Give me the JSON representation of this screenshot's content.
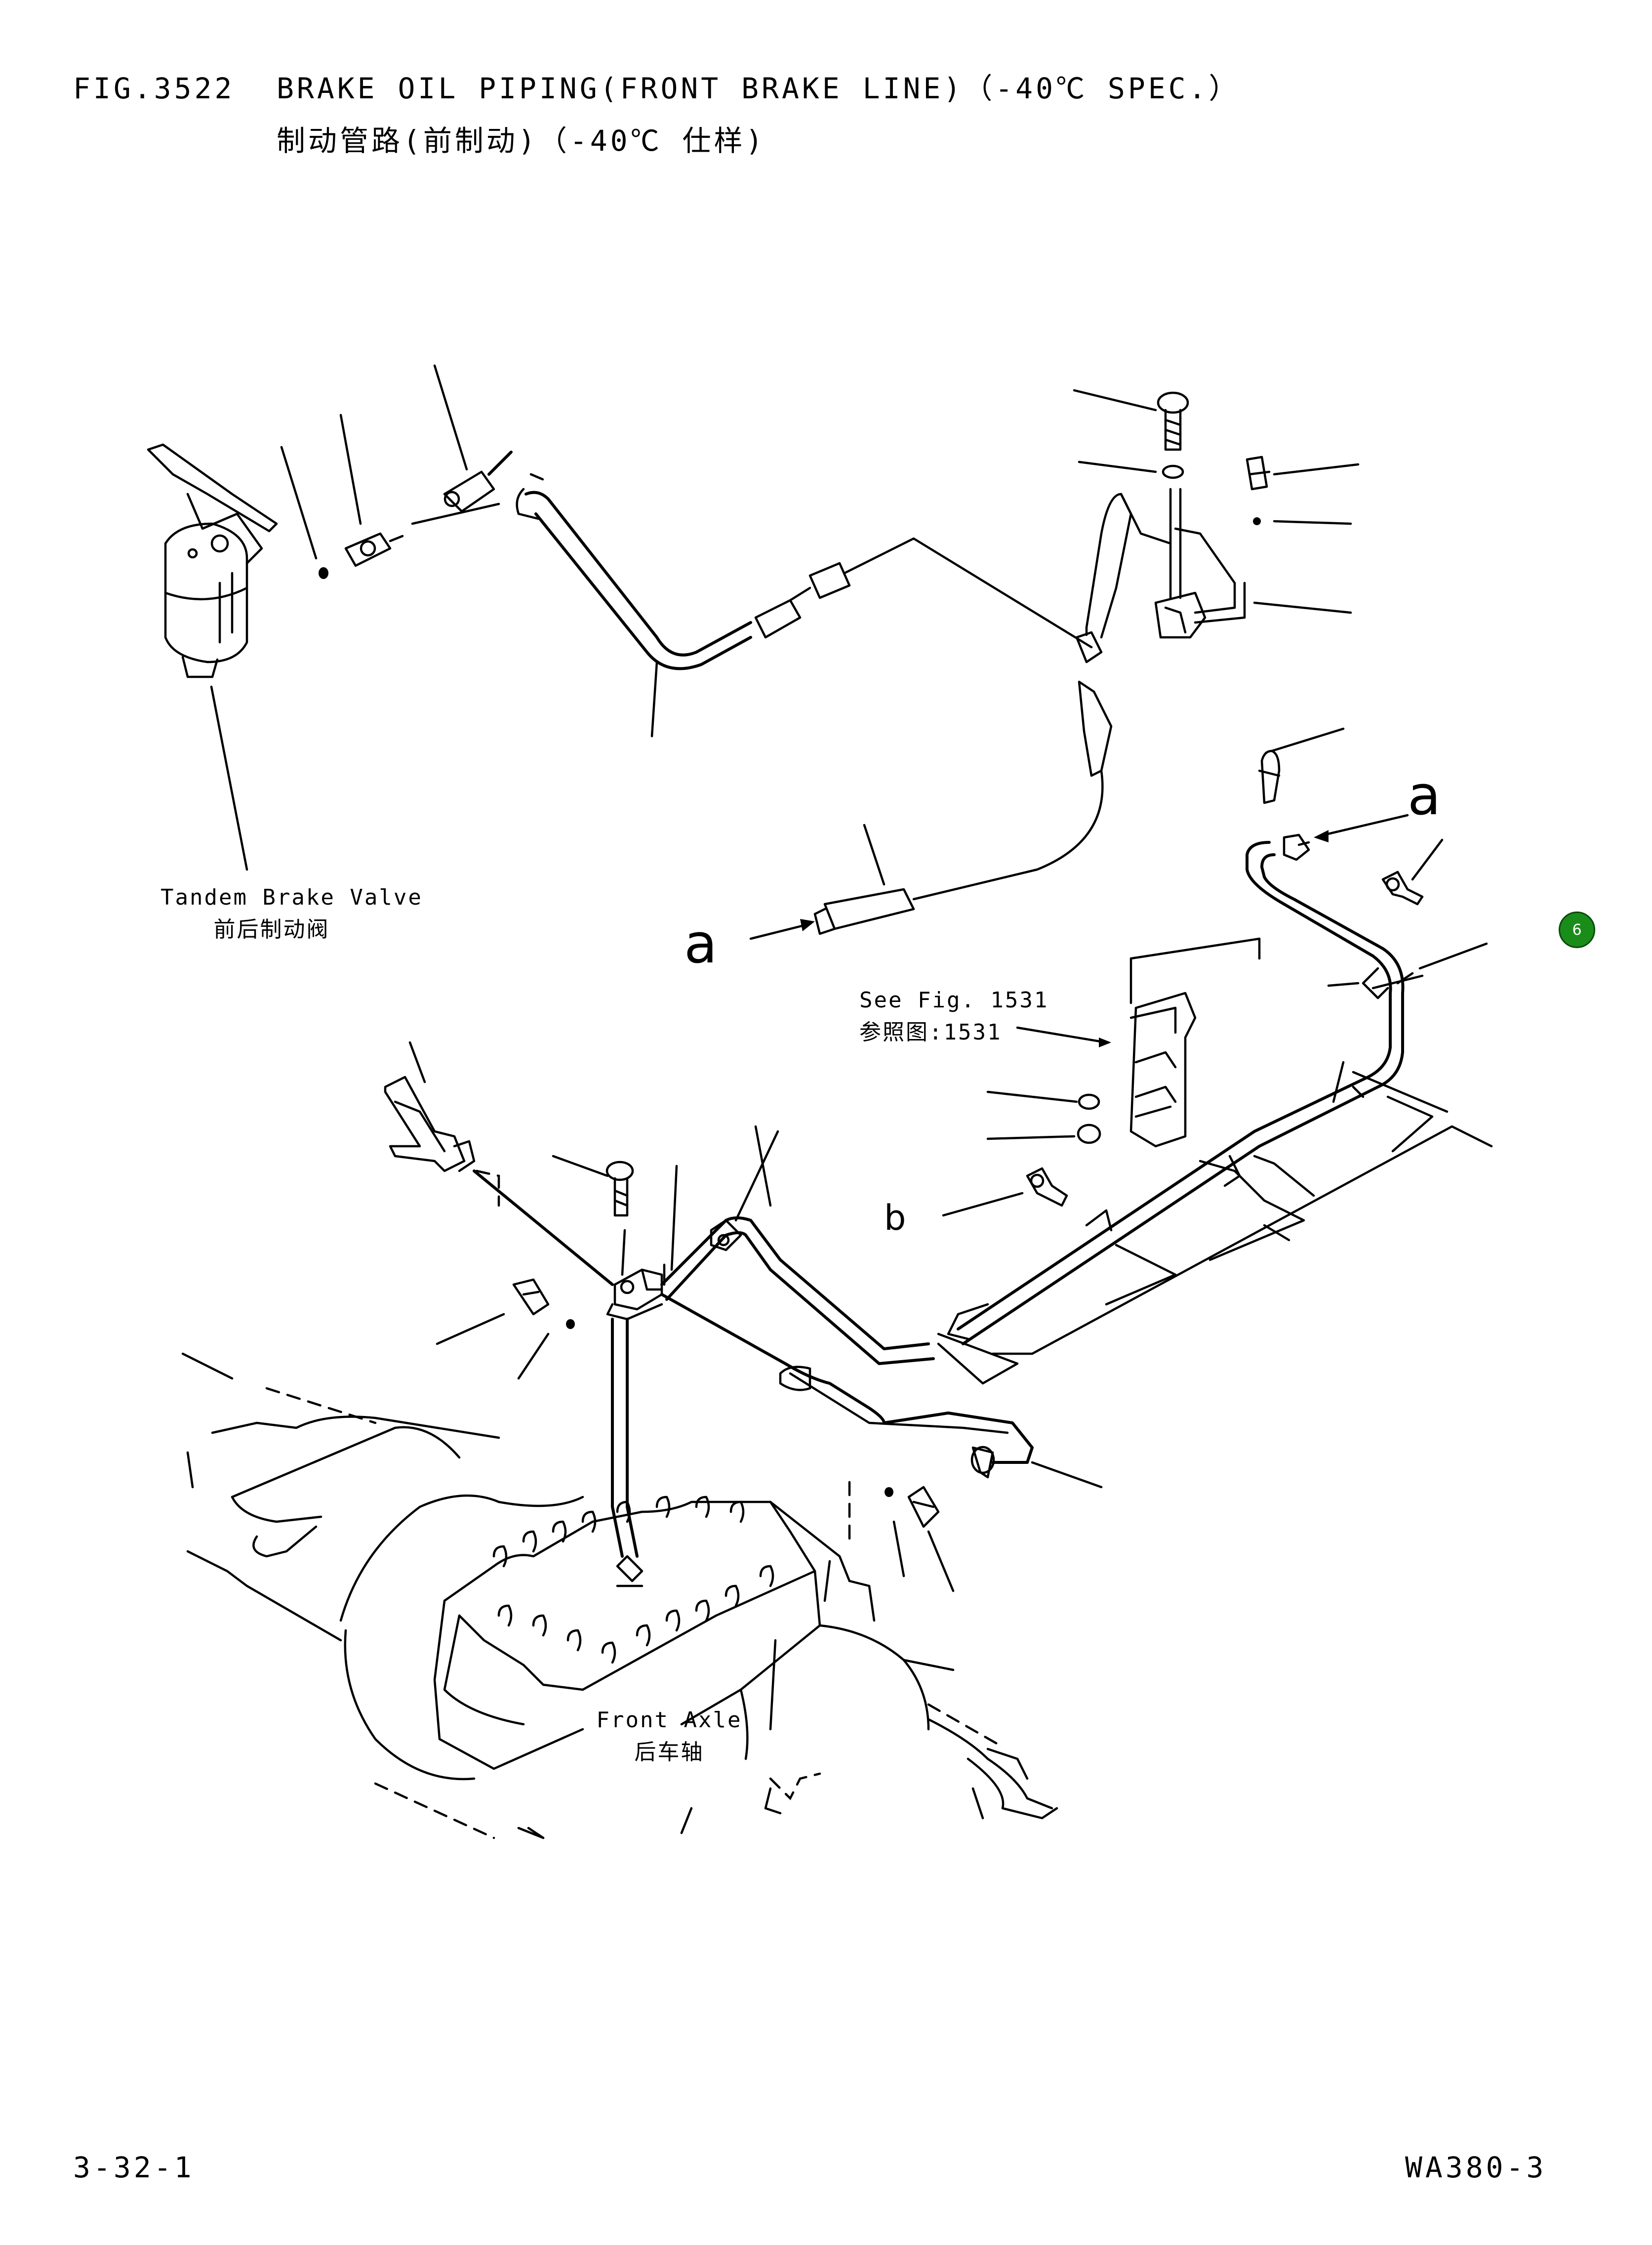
{
  "header": {
    "fig_number": "FIG.3522",
    "title_en": "BRAKE OIL PIPING(FRONT BRAKE LINE)（-40℃ SPEC.）",
    "title_cn": "制动管路(前制动)（-40℃ 仕样)"
  },
  "labels": {
    "tandem_brake_valve_en": "Tandem Brake Valve",
    "tandem_brake_valve_cn": "前后制动阀",
    "see_fig_en": "See Fig. 1531",
    "see_fig_cn": "参照图:1531",
    "front_axle_en": "Front Axle",
    "front_axle_cn": "后车轴"
  },
  "callouts": {
    "a_left": "a",
    "a_right": "a",
    "b": "b"
  },
  "marker": {
    "number": "6",
    "color": "#1a8c1a",
    "text_color": "#ffffff"
  },
  "footer": {
    "page_ref": "3-32-1",
    "model": "WA380-3"
  }
}
